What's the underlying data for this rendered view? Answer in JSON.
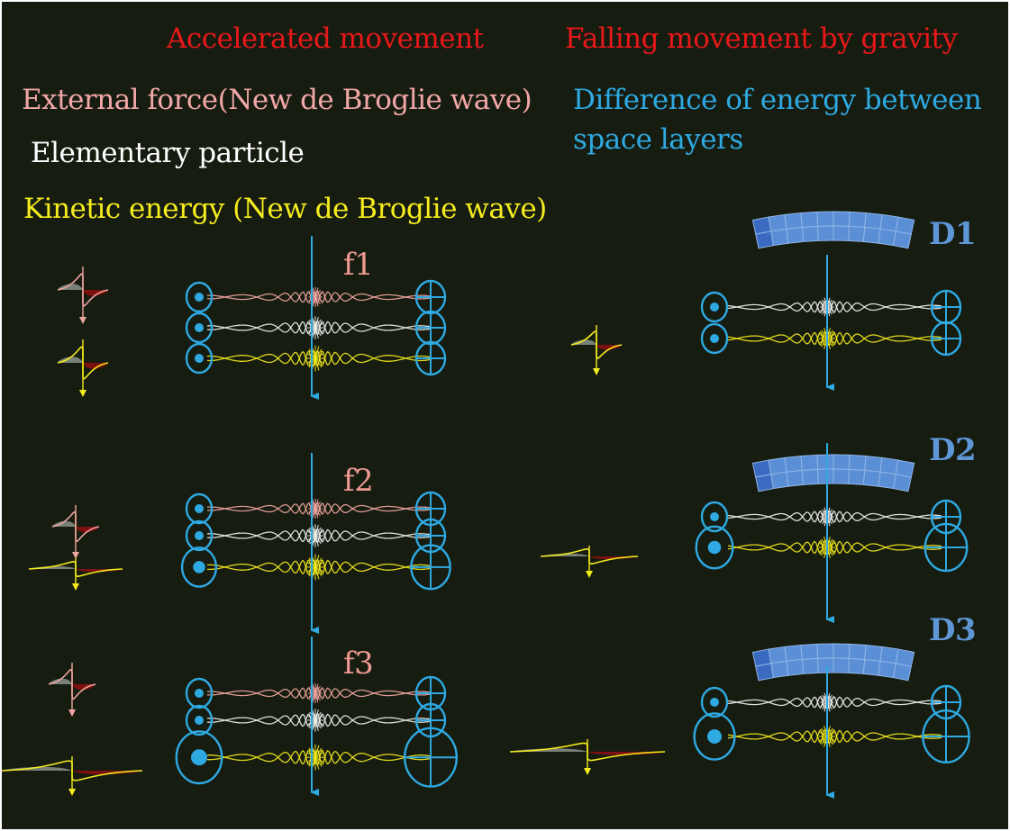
{
  "headings": {
    "accelerated": "Accelerated movement",
    "falling": "Falling movement by gravity"
  },
  "legend": {
    "external_force": "External force(New de Broglie wave)",
    "elementary_particle": "Elementary particle",
    "kinetic_energy": "Kinetic energy (New de Broglie wave)",
    "difference_line1": "Difference of energy between",
    "difference_line2": "space layers"
  },
  "labels": {
    "f1": "f1",
    "f2": "f2",
    "f3": "f3",
    "d1": "D1",
    "d2": "D2",
    "d3": "D3"
  },
  "colors": {
    "background": "#161c10",
    "heading_red": "#e8181a",
    "external_force_pink": "#f2a7a7",
    "particle_white": "#ffffff",
    "kinetic_yellow": "#f5ec1e",
    "difference_blue": "#2ea9e2",
    "space_layer_blue": "#4f86d0"
  }
}
